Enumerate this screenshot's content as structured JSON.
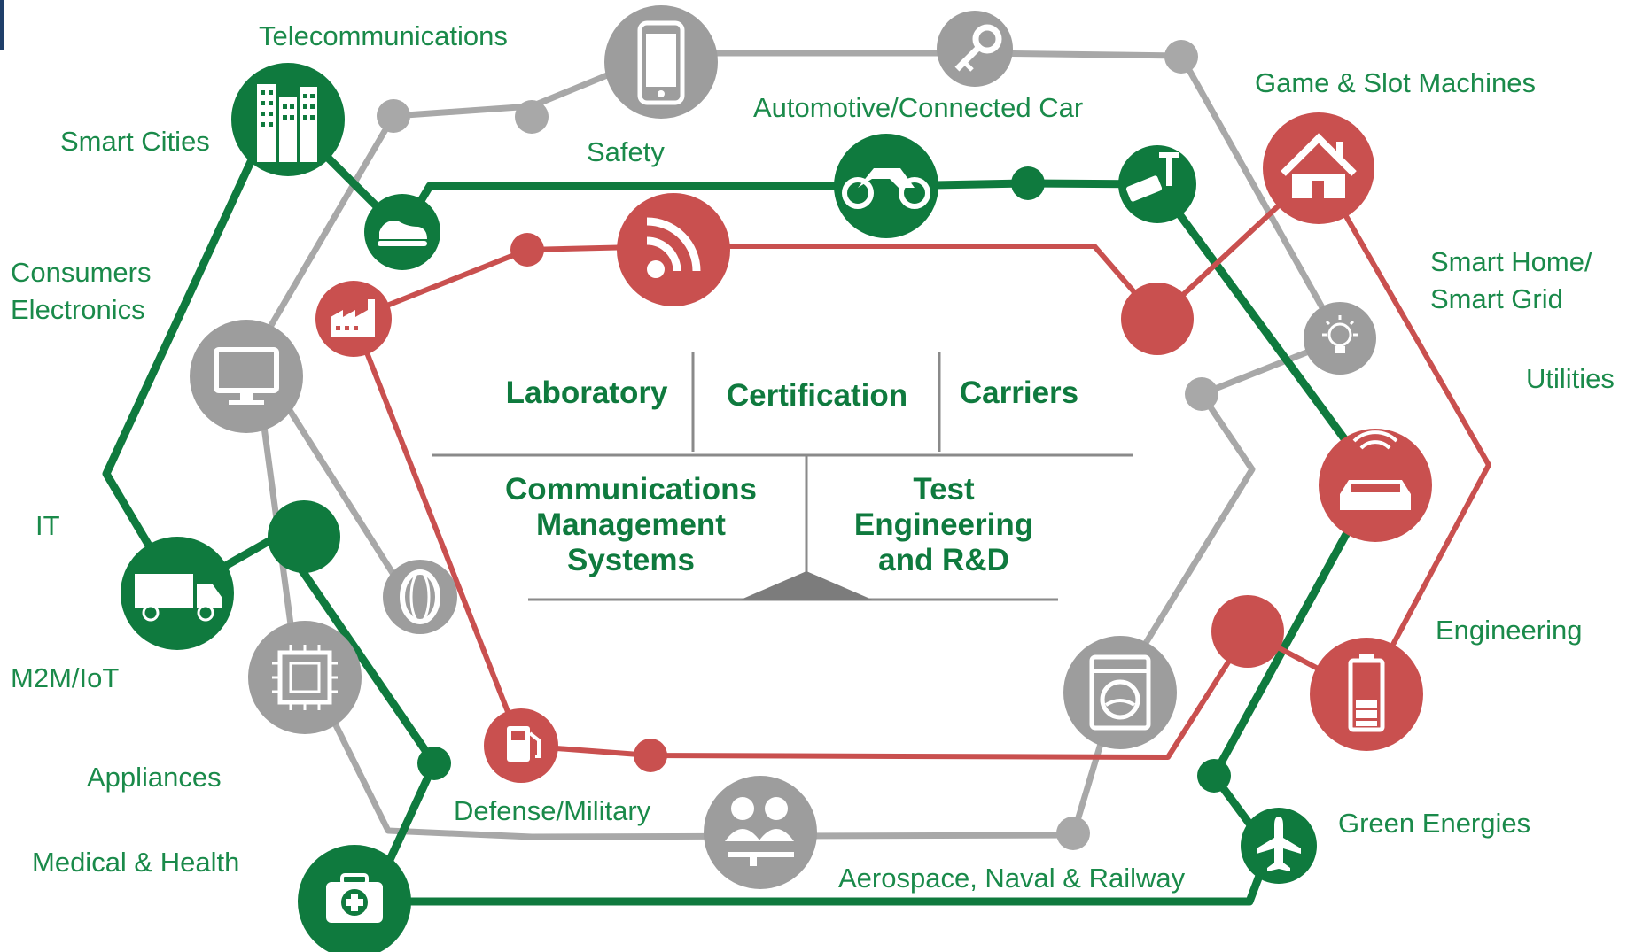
{
  "colors": {
    "green": "#0f7a3e",
    "red": "#c9504f",
    "gray": "#9d9d9d",
    "label": "#1a8a4a",
    "accent": "#1f3f6a"
  },
  "labels": {
    "telecommunications": "Telecommunications",
    "smart_cities": "Smart Cities",
    "safety": "Safety",
    "automotive": "Automotive/Connected Car",
    "game_slot": "Game & Slot Machines",
    "consumers_1": "Consumers",
    "consumers_2": "Electronics",
    "smart_home_1": "Smart Home/",
    "smart_home_2": "Smart Grid",
    "utilities": "Utilities",
    "it": "IT",
    "m2m": "M2M/IoT",
    "appliances": "Appliances",
    "medical": "Medical & Health",
    "defense": "Defense/Military",
    "engineering": "Engineering",
    "green_energies": "Green Energies",
    "aerospace": "Aerospace, Naval & Railway"
  },
  "center": {
    "laboratory": "Laboratory",
    "certification": "Certification",
    "carriers": "Carriers",
    "cms_1": "Communications",
    "cms_2": "Management",
    "cms_3": "Systems",
    "ter_1": "Test",
    "ter_2": "Engineering",
    "ter_3": "and R&D"
  },
  "icons": [
    "smartphone-icon",
    "key-icon",
    "buildings-icon",
    "shoe-icon",
    "motorcycle-icon",
    "security-camera-icon",
    "house-icon",
    "rss-icon",
    "factory-icon",
    "monitor-icon",
    "lightbulb-icon",
    "connected-car-icon",
    "truck-icon",
    "bracelet-icon",
    "chip-icon",
    "fuel-pump-icon",
    "washing-machine-icon",
    "battery-icon",
    "soldiers-icon",
    "first-aid-icon",
    "airplane-icon"
  ]
}
